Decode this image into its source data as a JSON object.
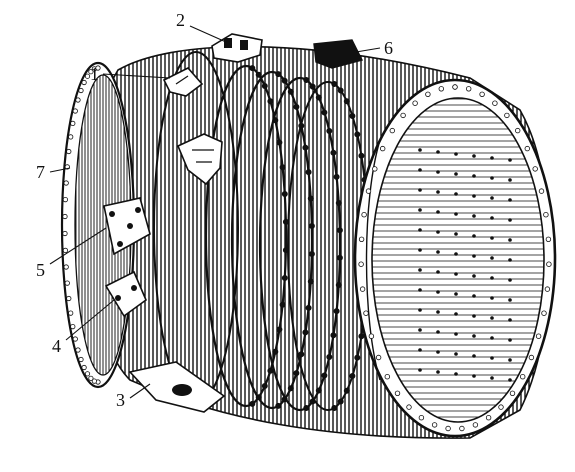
{
  "figure": {
    "callouts": [
      {
        "id": "c1",
        "label": "1"
      },
      {
        "id": "c2",
        "label": "2"
      },
      {
        "id": "c3",
        "label": "3"
      },
      {
        "id": "c4",
        "label": "4"
      },
      {
        "id": "c5",
        "label": "5"
      },
      {
        "id": "c6",
        "label": "6"
      },
      {
        "id": "c7",
        "label": "7"
      }
    ],
    "colors": {
      "ink": "#111111",
      "paper": "#ffffff"
    }
  }
}
